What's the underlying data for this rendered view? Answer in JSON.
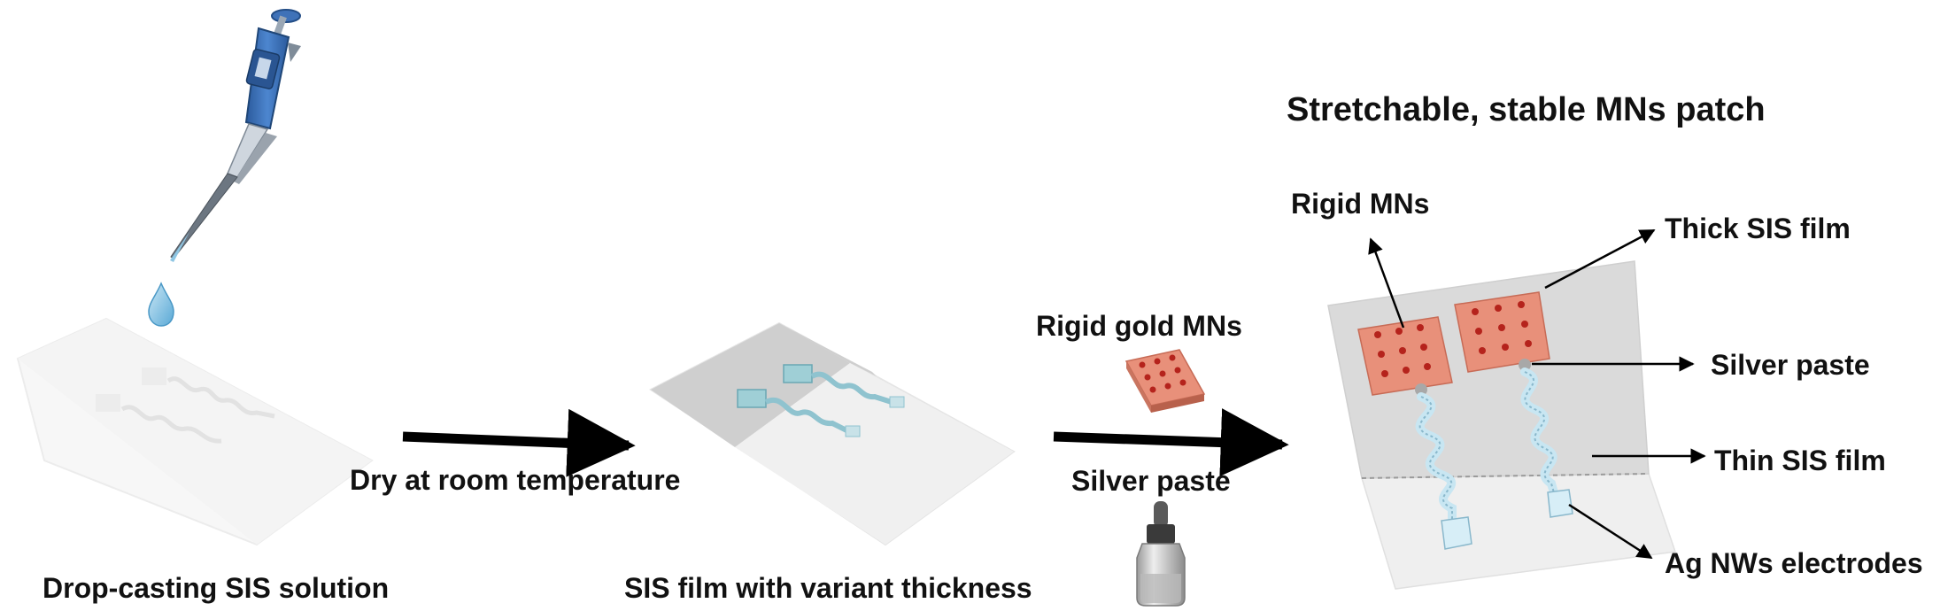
{
  "steps": {
    "drop_cast": "Drop-casting SIS solution",
    "dry": "Dry at room temperature",
    "film": "SIS film with variant thickness",
    "rigid_gold": "Rigid gold MNs",
    "silver_paste_step": "Silver paste"
  },
  "patch": {
    "title": "Stretchable, stable MNs patch",
    "rigid_mns": "Rigid MNs",
    "thick_film": "Thick SIS film",
    "silver_paste": "Silver paste",
    "thin_film": "Thin SIS film",
    "electrodes": "Ag NWs electrodes"
  },
  "colors": {
    "pipette_blue": "#3a6fb5",
    "mn_salmon": "#e8907a",
    "mn_dots": "#b5231c",
    "thick_film": "#d9d9d9",
    "thin_film": "#ececec",
    "electrode_ink": "#a9d4e6",
    "arrow": "#000000"
  }
}
